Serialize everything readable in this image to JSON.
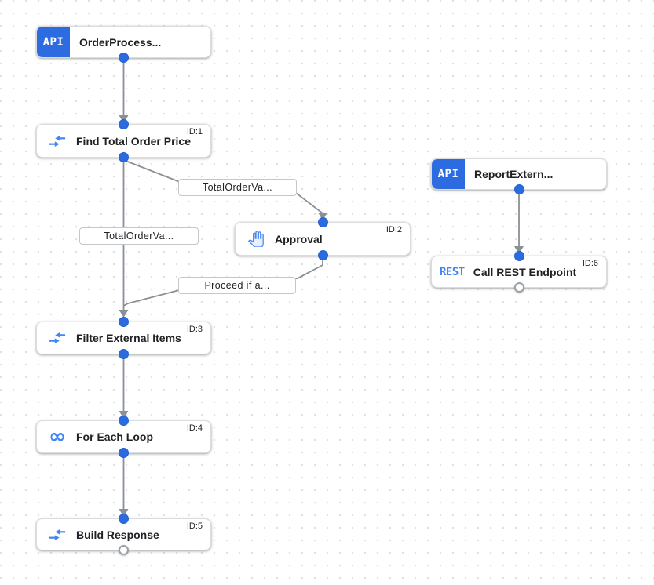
{
  "diagram": {
    "nodes": [
      {
        "key": "order-process-trigger",
        "type": "api-trigger",
        "icon": "api-badge",
        "icon_label": "API",
        "title": "OrderProcess...",
        "id_label": ""
      },
      {
        "key": "find-total-order-price",
        "type": "task",
        "icon": "data-mapping-icon",
        "title": "Find Total Order Price",
        "id_label": "ID:1"
      },
      {
        "key": "approval",
        "type": "task",
        "icon": "approval-hand-icon",
        "title": "Approval",
        "id_label": "ID:2"
      },
      {
        "key": "filter-external-items",
        "type": "task",
        "icon": "data-mapping-icon",
        "title": "Filter External Items",
        "id_label": "ID:3"
      },
      {
        "key": "for-each-loop",
        "type": "task",
        "icon": "infinity-loop-icon",
        "title": "For Each Loop",
        "id_label": "ID:4"
      },
      {
        "key": "build-response",
        "type": "task",
        "icon": "data-mapping-icon",
        "title": "Build Response",
        "id_label": "ID:5"
      },
      {
        "key": "report-extern-trigger",
        "type": "api-trigger",
        "icon": "api-badge",
        "icon_label": "API",
        "title": "ReportExtern...",
        "id_label": ""
      },
      {
        "key": "call-rest-endpoint",
        "type": "task",
        "icon": "rest-badge",
        "icon_label": "REST",
        "title": "Call REST Endpoint",
        "id_label": "ID:6"
      }
    ],
    "edge_labels": [
      {
        "key": "condition-to-approval",
        "text": "TotalOrderVa..."
      },
      {
        "key": "condition-to-filter",
        "text": "TotalOrderVa..."
      },
      {
        "key": "condition-from-approval",
        "text": "Proceed if a..."
      }
    ],
    "colors": {
      "accent_blue": "#2d6be0",
      "icon_blue": "#4285f4",
      "edge_gray": "#8a9096",
      "node_border": "#dadce0",
      "grid_dot": "#dfe1e4"
    }
  }
}
